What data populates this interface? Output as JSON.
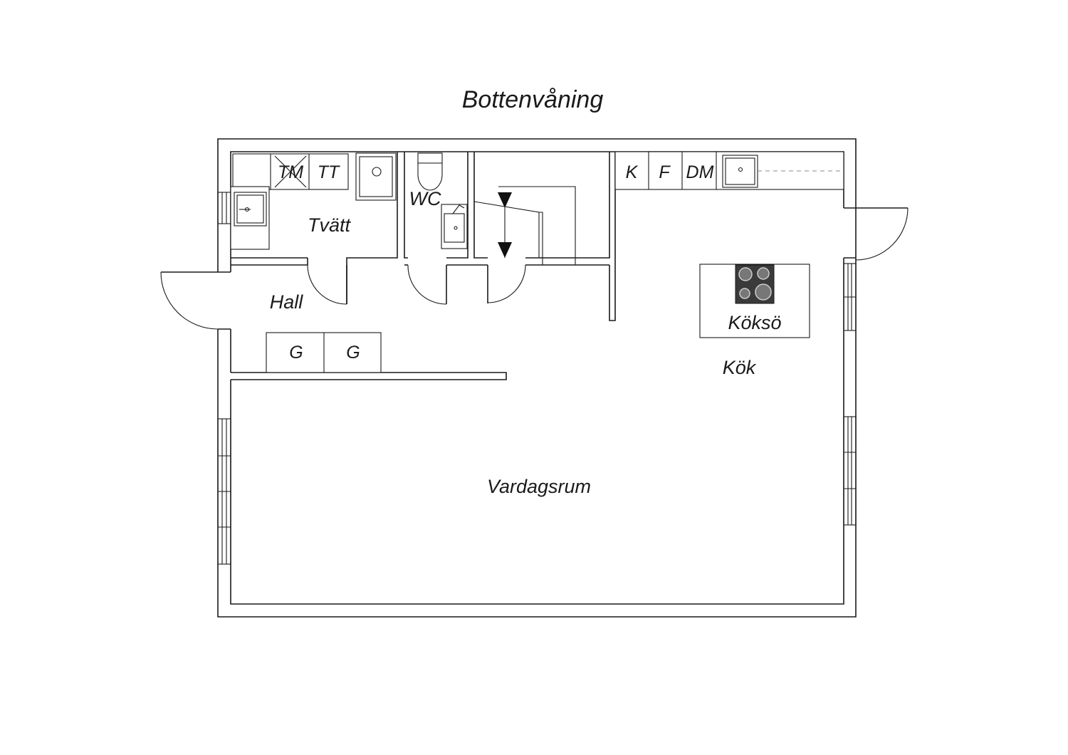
{
  "plan": {
    "title": "Bottenvåning",
    "rooms": {
      "tvatt": "Tvätt",
      "wc": "WC",
      "hall": "Hall",
      "kok": "Kök",
      "koksö": "Köksö",
      "vardagsrum": "Vardagsrum"
    },
    "appliances": {
      "tm": "TM",
      "tt": "TT",
      "k": "K",
      "f": "F",
      "dm": "DM",
      "g1": "G",
      "g2": "G"
    },
    "colors": {
      "line": "#1a1a1a",
      "stove": "#3a3a3a"
    }
  }
}
